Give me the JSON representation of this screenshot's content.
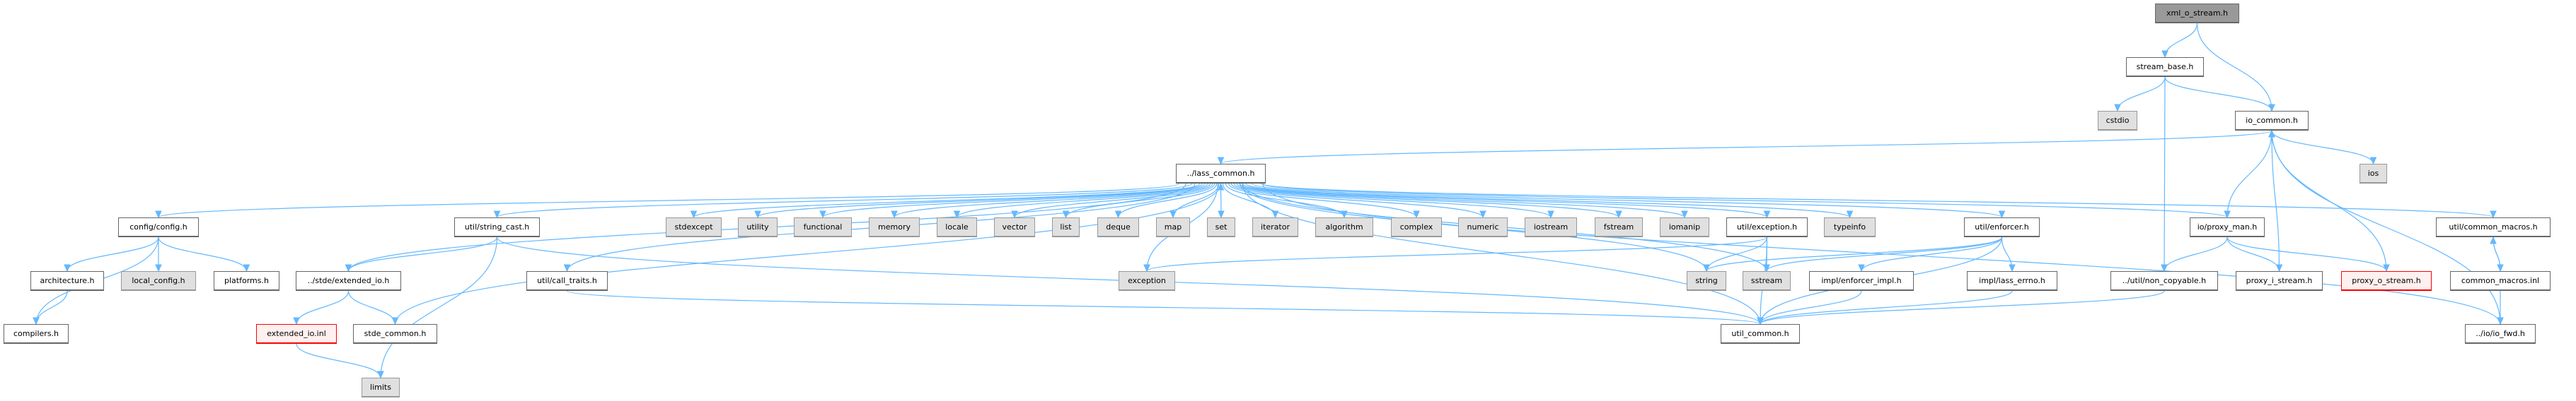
{
  "graph": {
    "title": "xml_o_stream.h",
    "colors": {
      "edge": "#63b8ff",
      "root_fill": "#999999",
      "external_fill": "#e0e0e0",
      "truncated_border": "#ff0000",
      "truncated_fill": "#fff0f0"
    },
    "nodes": {
      "xml_o_stream": "xml_o_stream.h",
      "stream_base": "stream_base.h",
      "cstdio": "cstdio",
      "io_common": "io_common.h",
      "ios": "ios",
      "lass_common": "../lass_common.h",
      "config": "config/config.h",
      "string_cast": "util/string_cast.h",
      "stdexcept": "stdexcept",
      "utility": "utility",
      "functional": "functional",
      "memory": "memory",
      "locale": "locale",
      "vector": "vector",
      "list": "list",
      "deque": "deque",
      "map": "map",
      "set": "set",
      "iterator": "iterator",
      "algorithm": "algorithm",
      "complex": "complex",
      "numeric": "numeric",
      "iostream": "iostream",
      "fstream": "fstream",
      "iomanip": "iomanip",
      "exception_h": "util/exception.h",
      "typeinfo": "typeinfo",
      "enforcer": "util/enforcer.h",
      "proxy_man": "io/proxy_man.h",
      "common_macros_h": "util/common_macros.h",
      "architecture": "architecture.h",
      "local_config": "local_config.h",
      "platforms": "platforms.h",
      "extended_io": "../stde/extended_io.h",
      "call_traits": "util/call_traits.h",
      "exception": "exception",
      "string": "string",
      "sstream": "sstream",
      "enforcer_impl": "impl/enforcer_impl.h",
      "lass_errno": "impl/lass_errno.h",
      "non_copyable": "../util/non_copyable.h",
      "proxy_i": "proxy_i_stream.h",
      "proxy_o": "proxy_o_stream.h",
      "common_macros_inl": "common_macros.inl",
      "compilers": "compilers.h",
      "extended_io_inl": "extended_io.inl",
      "stde_common": "stde_common.h",
      "util_common": "util_common.h",
      "io_fwd": "../io/io_fwd.h",
      "limits": "limits"
    },
    "edges": [
      [
        "xml_o_stream",
        "stream_base"
      ],
      [
        "xml_o_stream",
        "io_common"
      ],
      [
        "stream_base",
        "cstdio"
      ],
      [
        "stream_base",
        "io_common"
      ],
      [
        "stream_base",
        "non_copyable"
      ],
      [
        "io_common",
        "lass_common"
      ],
      [
        "io_common",
        "ios"
      ],
      [
        "lass_common",
        "config"
      ],
      [
        "lass_common",
        "string_cast"
      ],
      [
        "lass_common",
        "extended_io"
      ],
      [
        "lass_common",
        "call_traits"
      ],
      [
        "lass_common",
        "stdexcept"
      ],
      [
        "lass_common",
        "utility"
      ],
      [
        "lass_common",
        "functional"
      ],
      [
        "lass_common",
        "memory"
      ],
      [
        "lass_common",
        "locale"
      ],
      [
        "lass_common",
        "vector"
      ],
      [
        "lass_common",
        "list"
      ],
      [
        "lass_common",
        "deque"
      ],
      [
        "lass_common",
        "map"
      ],
      [
        "lass_common",
        "set"
      ],
      [
        "lass_common",
        "iterator"
      ],
      [
        "lass_common",
        "algorithm"
      ],
      [
        "lass_common",
        "complex"
      ],
      [
        "lass_common",
        "numeric"
      ],
      [
        "lass_common",
        "iostream"
      ],
      [
        "lass_common",
        "fstream"
      ],
      [
        "lass_common",
        "iomanip"
      ],
      [
        "lass_common",
        "exception_h"
      ],
      [
        "lass_common",
        "typeinfo"
      ],
      [
        "lass_common",
        "enforcer"
      ],
      [
        "lass_common",
        "proxy_man"
      ],
      [
        "lass_common",
        "common_macros_h"
      ],
      [
        "lass_common",
        "util_common"
      ],
      [
        "lass_common",
        "exception"
      ],
      [
        "lass_common",
        "string"
      ],
      [
        "lass_common",
        "sstream"
      ],
      [
        "lass_common",
        "io_fwd"
      ],
      [
        "config",
        "architecture"
      ],
      [
        "config",
        "local_config"
      ],
      [
        "config",
        "platforms"
      ],
      [
        "config",
        "compilers"
      ],
      [
        "architecture",
        "compilers"
      ],
      [
        "extended_io",
        "extended_io_inl"
      ],
      [
        "extended_io",
        "stde_common"
      ],
      [
        "stde_common",
        "lass_common"
      ],
      [
        "extended_io_inl",
        "limits"
      ],
      [
        "string_cast",
        "extended_io"
      ],
      [
        "string_cast",
        "limits"
      ],
      [
        "string_cast",
        "util_common"
      ],
      [
        "call_traits",
        "util_common"
      ],
      [
        "exception_h",
        "exception"
      ],
      [
        "exception_h",
        "string"
      ],
      [
        "exception_h",
        "sstream"
      ],
      [
        "exception_h",
        "util_common"
      ],
      [
        "enforcer",
        "string"
      ],
      [
        "enforcer",
        "sstream"
      ],
      [
        "enforcer",
        "enforcer_impl"
      ],
      [
        "enforcer",
        "lass_errno"
      ],
      [
        "enforcer",
        "util_common"
      ],
      [
        "enforcer_impl",
        "util_common"
      ],
      [
        "lass_errno",
        "util_common"
      ],
      [
        "proxy_man",
        "io_common"
      ],
      [
        "proxy_man",
        "non_copyable"
      ],
      [
        "proxy_man",
        "proxy_i"
      ],
      [
        "proxy_man",
        "proxy_o"
      ],
      [
        "proxy_i",
        "io_common"
      ],
      [
        "proxy_o",
        "io_common"
      ],
      [
        "non_copyable",
        "util_common"
      ],
      [
        "common_macros_h",
        "common_macros_inl"
      ],
      [
        "common_macros_inl",
        "common_macros_h"
      ],
      [
        "common_macros_inl",
        "io_fwd"
      ],
      [
        "io_fwd",
        "io_common"
      ]
    ]
  }
}
